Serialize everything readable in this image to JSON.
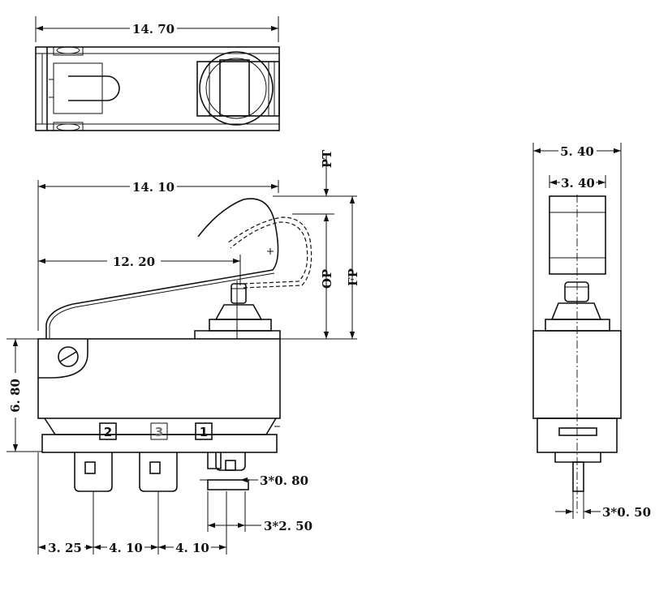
{
  "top_view": {
    "width_label": "14. 70"
  },
  "front_view": {
    "body_length_label": "14. 10",
    "lever_offset_label": "12. 20",
    "height_label": "6. 80",
    "pt_label": "PT",
    "op_label": "OP",
    "fp_label": "FP",
    "terminal_labels": [
      "2",
      "3",
      "1"
    ],
    "terminal_thickness_label": "3*0. 80",
    "terminal_width_label": "3*2. 50",
    "pitch_labels": [
      "3. 25",
      "4. 10",
      "4. 10"
    ]
  },
  "side_view": {
    "overall_width_label": "5. 40",
    "cap_width_label": "3. 40",
    "terminal_thickness_label": "3*0. 50"
  }
}
